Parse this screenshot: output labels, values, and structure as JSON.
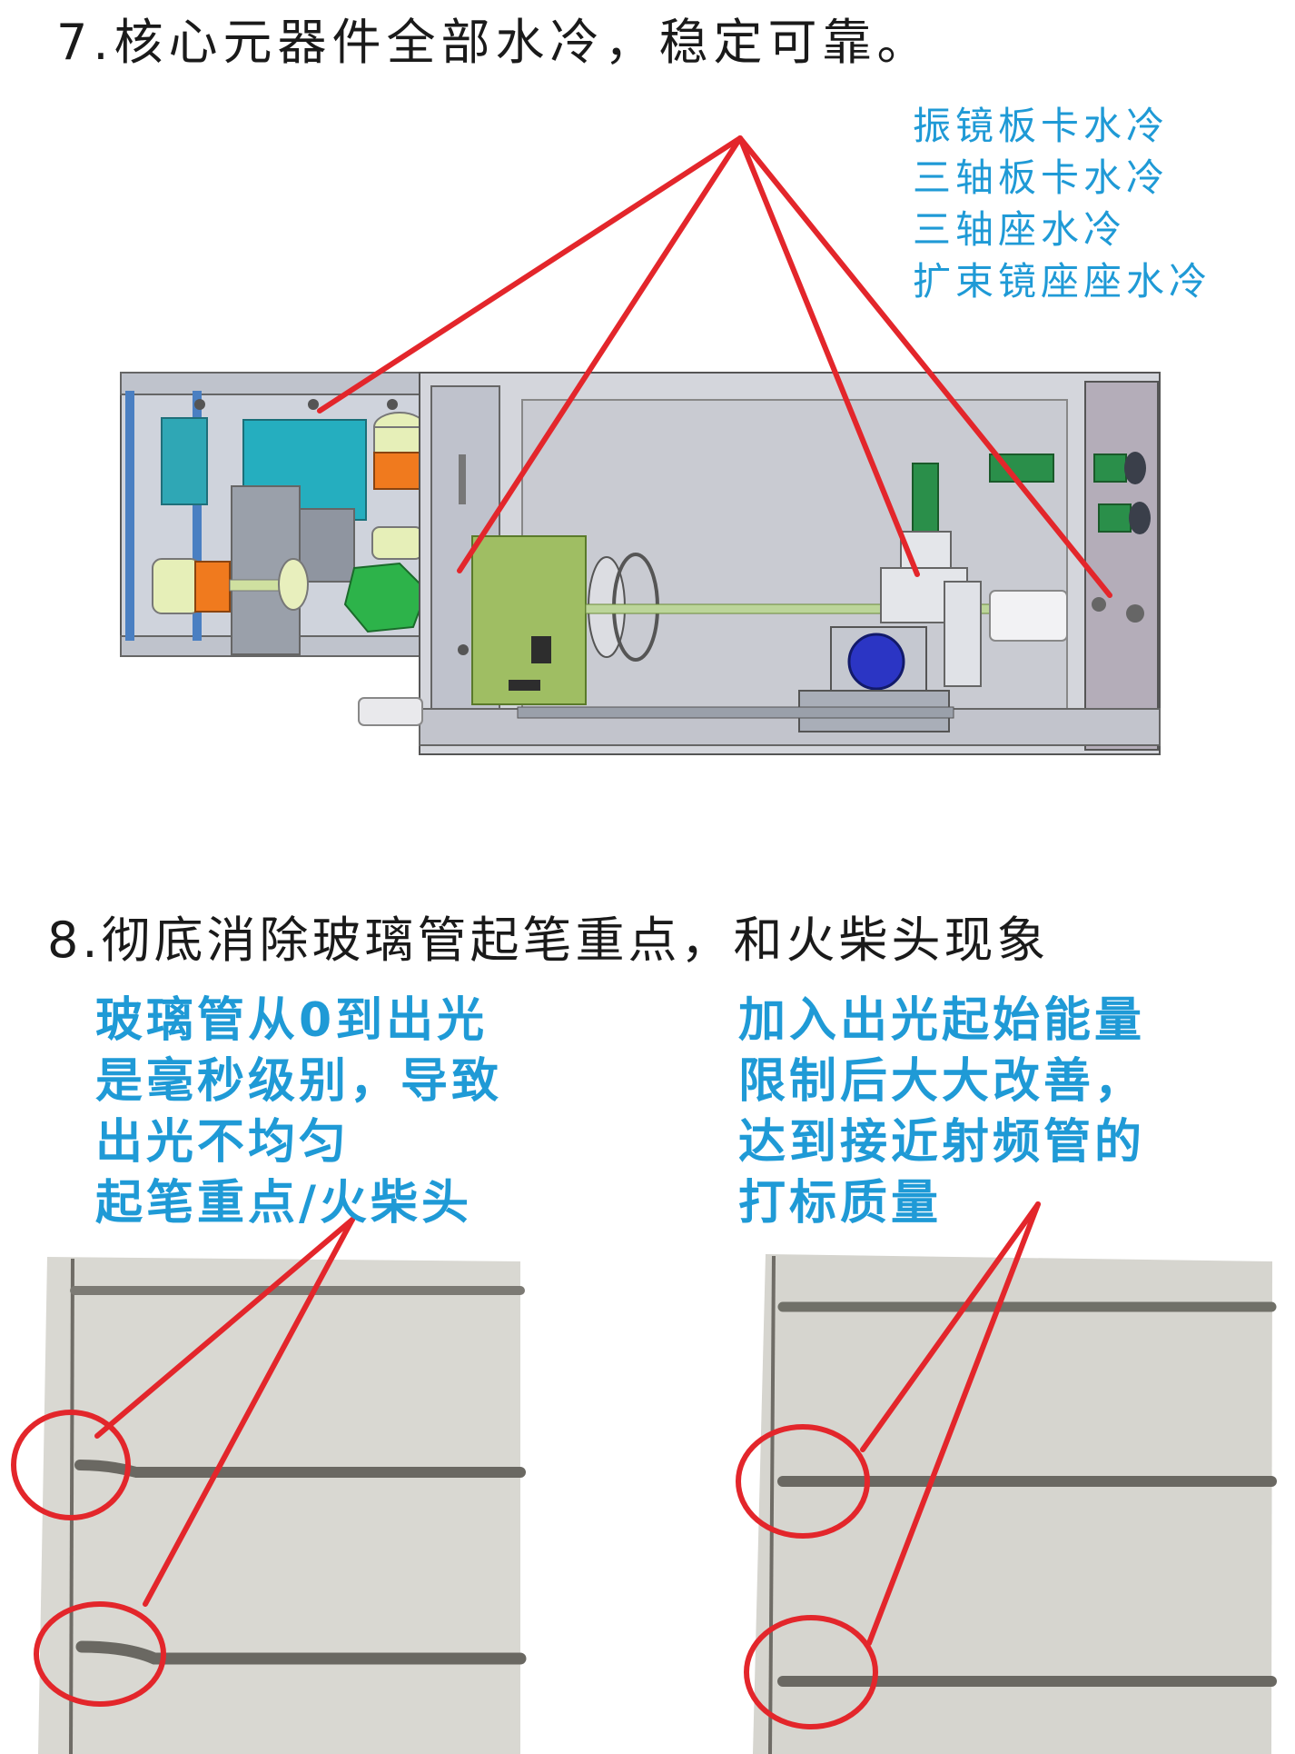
{
  "section7": {
    "title": "7.核心元器件全部水冷，稳定可靠。",
    "callouts": [
      "振镜板卡水冷",
      "三轴板卡水冷",
      "三轴座水冷",
      "扩束镜座座水冷"
    ]
  },
  "section8": {
    "title": "8.彻底消除玻璃管起笔重点，和火柴头现象",
    "left_text": [
      "玻璃管从0到出光",
      "是毫秒级别，导致",
      "出光不均匀",
      "起笔重点/火柴头"
    ],
    "right_text": [
      "加入出光起始能量",
      "限制后大大改善，",
      "达到接近射频管的",
      "打标质量"
    ]
  },
  "colors": {
    "pointer_red": "#e3262b",
    "callout_blue": "#1f9ad6",
    "heading_text": "#1a1a1a"
  }
}
